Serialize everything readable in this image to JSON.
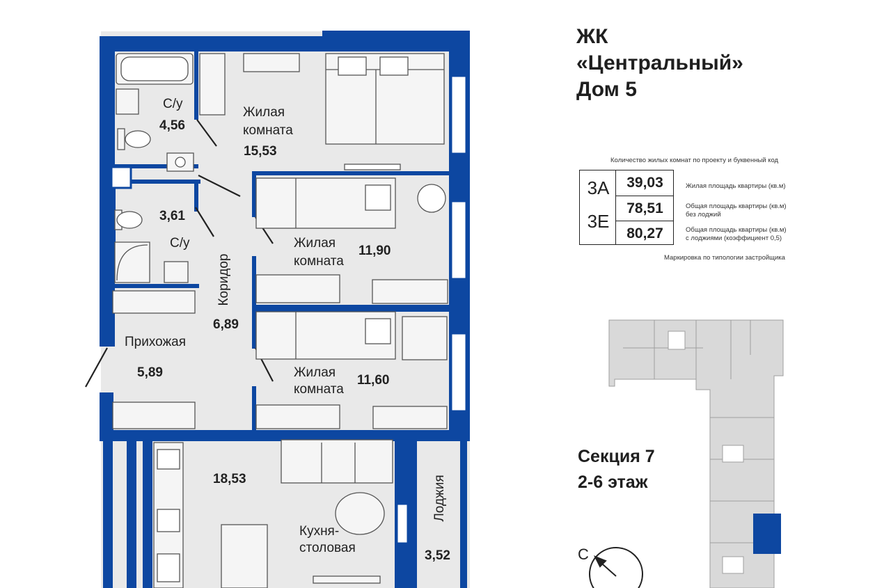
{
  "complex": {
    "line1": "ЖК",
    "line2": "«Центральный»",
    "line3": "Дом 5"
  },
  "section": {
    "line1": "Секция 7",
    "line2": "2-6 этаж"
  },
  "legend": {
    "top_caption": "Количество жилых комнат по проекту и буквенный код",
    "bottom_caption": "Маркировка по типологии застройщика",
    "code_top": "3А",
    "code_bottom": "3Е",
    "living_area": "39,03",
    "total_area": "78,51",
    "total_area_loggia": "80,27",
    "living_area_label": "Жилая площадь квартиры (кв.м)",
    "total_area_label_1": "Общая площадь квартиры (кв.м)",
    "total_area_label_2": "без лоджий",
    "total_area_loggia_label_1": "Общая площадь квартиры (кв.м)",
    "total_area_loggia_label_2": "с лоджиями (коэффициент 0,5)"
  },
  "rooms": {
    "bath1_name": "С/у",
    "bath1_area": "4,56",
    "bedroom1_name_1": "Жилая",
    "bedroom1_name_2": "комната",
    "bedroom1_area": "15,53",
    "bath2_name": "С/у",
    "bath2_area": "3,61",
    "bedroom2_name_1": "Жилая",
    "bedroom2_name_2": "комната",
    "bedroom2_area": "11,90",
    "corridor_name": "Коридор",
    "corridor_area": "6,89",
    "hall_name": "Прихожая",
    "hall_area": "5,89",
    "bedroom3_name_1": "Жилая",
    "bedroom3_name_2": "комната",
    "bedroom3_area": "11,60",
    "kitchen_area": "18,53",
    "kitchen_name_1": "Кухня-",
    "kitchen_name_2": "столовая",
    "loggia_name": "Лоджия",
    "loggia_area": "3,52"
  },
  "compass": {
    "label": "С"
  },
  "colors": {
    "wall": "#0d47a1",
    "floor": "#e9e9e9",
    "furniture_line": "#555555",
    "highlight": "#0d47a1",
    "keyplan_fill": "#d9d9d9"
  }
}
